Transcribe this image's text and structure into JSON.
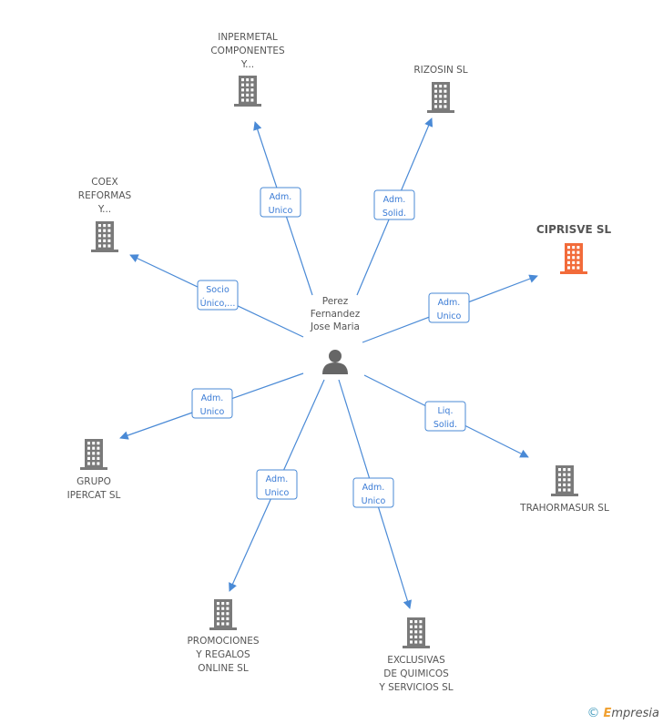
{
  "center": {
    "id": "person",
    "lines": [
      "Perez",
      "Fernandez",
      "Jose Maria"
    ]
  },
  "companies": [
    {
      "id": "inpermetal",
      "lines": [
        "INPERMETAL",
        "COMPONENTES",
        "Y..."
      ],
      "highlight": false
    },
    {
      "id": "rizosin",
      "lines": [
        "RIZOSIN SL"
      ],
      "highlight": false
    },
    {
      "id": "coex",
      "lines": [
        "COEX",
        "REFORMAS",
        "Y..."
      ],
      "highlight": false
    },
    {
      "id": "ciprisve",
      "lines": [
        "CIPRISVE SL"
      ],
      "highlight": true
    },
    {
      "id": "grupo",
      "lines": [
        "GRUPO",
        "IPERCAT SL"
      ],
      "highlight": false
    },
    {
      "id": "trahormasur",
      "lines": [
        "TRAHORMASUR SL"
      ],
      "highlight": false
    },
    {
      "id": "promociones",
      "lines": [
        "PROMOCIONES",
        "Y REGALOS",
        "ONLINE SL"
      ],
      "highlight": false
    },
    {
      "id": "exclusivas",
      "lines": [
        "EXCLUSIVAS",
        "DE QUIMICOS",
        "Y SERVICIOS SL"
      ],
      "highlight": false
    }
  ],
  "relations": [
    {
      "to": "inpermetal",
      "role": [
        "Adm.",
        "Unico"
      ]
    },
    {
      "to": "rizosin",
      "role": [
        "Adm.",
        "Solid."
      ]
    },
    {
      "to": "coex",
      "role": [
        "Socio",
        "Único,..."
      ]
    },
    {
      "to": "ciprisve",
      "role": [
        "Adm.",
        "Unico"
      ]
    },
    {
      "to": "grupo",
      "role": [
        "Adm.",
        "Unico"
      ]
    },
    {
      "to": "trahormasur",
      "role": [
        "Liq.",
        "Solid."
      ]
    },
    {
      "to": "promociones",
      "role": [
        "Adm.",
        "Unico"
      ]
    },
    {
      "to": "exclusivas",
      "role": [
        "Adm.",
        "Unico"
      ]
    }
  ],
  "colors": {
    "edge": "#4a8ad6",
    "building": "#7a7a7a",
    "highlight": "#f26b3a",
    "person": "#666666"
  },
  "footer": {
    "copyright": "©",
    "brand_initial": "E",
    "brand_rest": "mpresia"
  }
}
